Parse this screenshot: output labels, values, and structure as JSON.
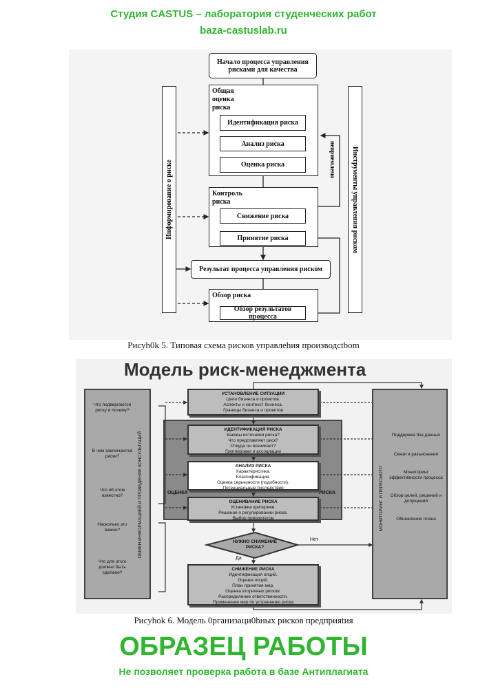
{
  "figure1": {
    "start": "Начало процесса управления рисками для качества",
    "general_assessment": "Общая\nоценка\nриска",
    "identification": "Идентификация риска",
    "analysis": "Анализ риска",
    "evaluation": "Оценка риска",
    "control": "Контроль\nриска",
    "reduction": "Снижение риска",
    "acceptance": "Принятие риска",
    "result": "Результат процесса управления риском",
    "review": "Обзор риска",
    "review_results": "Обзор результатов процесса",
    "left_bar": "Информирование о риске",
    "right_bar": "Инструменты управления риском",
    "unacceptable": "неприемлемо",
    "caption": "Рисуh0k 5. Типовая схема рисков управлеhия производctbom"
  },
  "figure2": {
    "title": "Модель риск-менеджмента",
    "left_questions": [
      "Что подвергаются риску и почему?",
      "В чем заключаются риски?",
      "Что об этом известно?",
      "Насколько это важно?",
      "Что для этого должно быть сделано?"
    ],
    "left_vertical": "ОБМЕН ИНФОРМАЦИЕЙ И ПРОВЕДЕНИЕ КОНСУЛЬТАЦИЙ",
    "right_vertical": "МОНИТОРИНГ И ПЕРЕСМОТР",
    "right_items": [
      "Поддержка баз данных",
      "Связи и разъяснения",
      "Мониторинг эффективности процесса",
      "Обзор целей, решений и допущений",
      "Обновление плана"
    ],
    "situation": {
      "title": "УСТАНОВЛЕНИЕ СИТУАЦИИ",
      "lines": [
        "Цели бизнеса и проектов.",
        "Аспекты и контекст бизнеса.",
        "Границы бизнеса и проектов"
      ]
    },
    "identification": {
      "title": "ИДЕНТИФИКАЦИЯ РИСКА",
      "lines": [
        "Каковы источники риска?",
        "Что представляет риск?",
        "Откуда он возникает?",
        "Группировки и ассоциации"
      ]
    },
    "analysis": {
      "title": "АНАЛИЗ РИСКА",
      "lines": [
        "Характеристика.",
        "Классификация.",
        "Оценка серьезности (подобности).",
        "Потенциальные последствия"
      ]
    },
    "assessment_left": "ОЦЕНКА",
    "assessment_right": "РИСКА",
    "evaluation": {
      "title": "ОЦЕНИВАНИЕ РИСКА",
      "lines": [
        "Установка критериев.",
        "Решение о регулировании риска.",
        "Выбор приоритетов"
      ]
    },
    "decision": "НУЖНО СНИЖЕНИЕ РИСКА?",
    "no": "Нет",
    "yes": "Да",
    "reduction": {
      "title": "СНИЖЕНИЕ РИСКА",
      "lines": [
        "Идентификация опций.",
        "Оценка опций.",
        "План принятия мер.",
        "Оценка вторичных рисков.",
        "Распределение ответственности.",
        "Применение мер по устранению риска"
      ]
    },
    "caption": "Рисуhok 6. Модель 0рганизаци0hных рисков предприяtия"
  },
  "watermark": {
    "main": "ОБРАЗЕЦ РАБОТЫ",
    "line1": "Студия CASTUS – лаборатория студенческих работ",
    "line2": "baza-castuslab.ru",
    "line3": "Не позволяет проверка работа в базе Антиплагиата"
  }
}
